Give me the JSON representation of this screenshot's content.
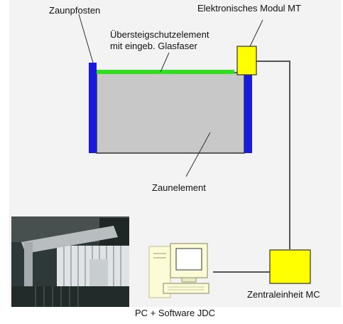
{
  "labels": {
    "fence_post": "Zaunpfosten",
    "electronic_module": "Elektronisches Modul MT",
    "overclimb_line1": "Übersteigschutzelement",
    "overclimb_line2": "mit eingeb. Glasfaser",
    "fence_element": "Zaunelement",
    "central_unit": "Zentraleinheit MC",
    "pc_software": "PC + Software JDC"
  },
  "colors": {
    "background_panel": "#f3f3f3",
    "fence_post": "#1a1adf",
    "fence_panel": "#c8c8c8",
    "fiber": "#33dd22",
    "module": "#ffff00",
    "cable": "#555555",
    "computer_body": "#fbfbd8"
  },
  "photo": {
    "description_icon": "fence-photo"
  }
}
